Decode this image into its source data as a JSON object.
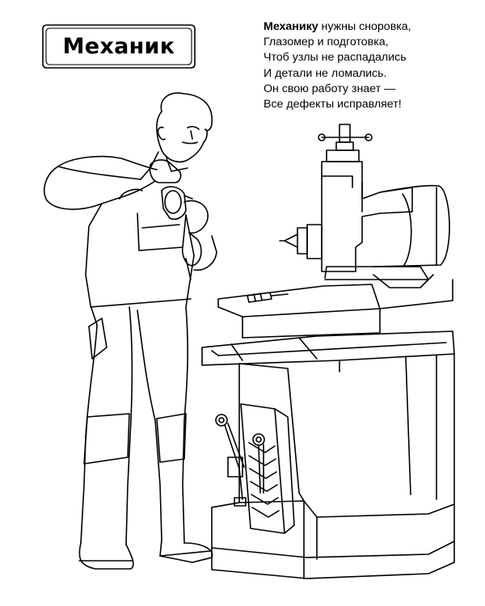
{
  "title": "Механик",
  "poem": {
    "first_word": "Механику",
    "first_line_rest": " нужны сноровка,",
    "lines": [
      "Глазомер и подготовка,",
      "Чтоб узлы не распадались",
      "И детали не ломались.",
      "Он свою работу знает —",
      "Все дефекты исправляет!"
    ]
  },
  "illustration": {
    "subject": "mechanic-at-milling-machine",
    "style": "black outline coloring page"
  },
  "colors": {
    "ink": "#000000",
    "paper": "#ffffff"
  }
}
